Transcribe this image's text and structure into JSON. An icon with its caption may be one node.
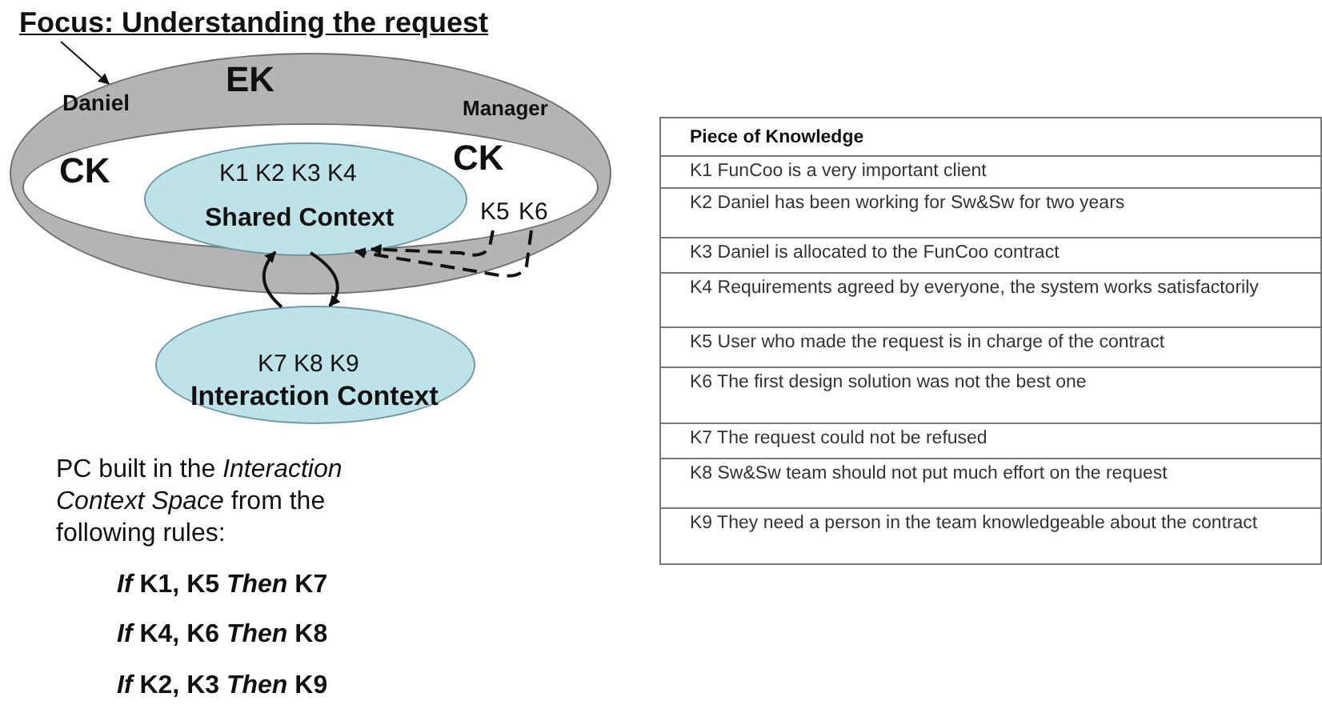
{
  "diagram": {
    "title": "Focus: Understanding the request",
    "nodes": [
      {
        "text": [
          "EK",
          "Daniel",
          "Manager"
        ]
      },
      {
        "text": [
          "CK",
          "CK"
        ],
        "in": 0
      },
      {
        "text": [
          "K1 K2 K3 K4",
          "Shared Context"
        ],
        "in": 1
      },
      {
        "text": [
          "K5"
        ],
        "in": 1
      },
      {
        "text": [
          "K6"
        ],
        "in": 1
      },
      {
        "text": [
          "K7 K8 K9",
          "Interaction Context"
        ]
      }
    ],
    "edges": [
      {
        "from": null,
        "to": 0,
        "arrow": "to"
      },
      {
        "from": 3,
        "to": 2,
        "arrow": "to",
        "style": "dashed"
      },
      {
        "from": 4,
        "to": 2,
        "arrow": "to",
        "style": "dashed"
      },
      {
        "from": 5,
        "to": 2,
        "arrow": "to"
      },
      {
        "from": 2,
        "to": 5,
        "arrow": "to"
      }
    ],
    "labels": [
      "PC built in the *Interaction Context Space* from the following rules:",
      "*If* K1, K5 *Then* K7",
      "*If* K4, K6 *Then* K8",
      "*If* K2, K3 *Then* K9",
      "Piece of Knowledge",
      "K1 FunCoo is a very important client",
      "K2 Daniel has been working for Sw&Sw for two years",
      "K3 Daniel is allocated to the FunCoo contract",
      "K4 Requirements agreed by everyone, the system works satisfactorily",
      "K5 User who made the request is in charge of the contract",
      "K6 The first design solution was not the best one",
      "K7 The request could not be refused",
      "K8 Sw&Sw team should not put much effort on the request",
      "K9 They need a person in the team knowledgeable about the contract"
    ]
  }
}
